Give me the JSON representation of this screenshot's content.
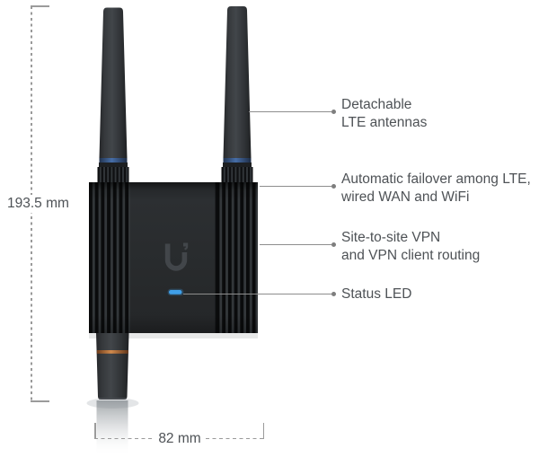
{
  "colors": {
    "led_blue": "#3f9fe8",
    "antenna_ring_blue": "#466ea8",
    "antenna_ring_orange": "#d28a4c",
    "callout_line": "#8d8d8d",
    "dimension_line": "#9b9b9b",
    "text": "#4e5256",
    "bg": "#ffffff"
  },
  "dimensions": {
    "height_label": "193.5 mm",
    "width_label": "82 mm"
  },
  "callouts": [
    {
      "label": "Detachable\nLTE antennas"
    },
    {
      "label": "Automatic failover among LTE,\nwired WAN and WiFi"
    },
    {
      "label": "Site-to-site VPN\nand VPN client routing"
    },
    {
      "label": "Status LED"
    }
  ],
  "device": {
    "logo": "ubiquiti-u-logo",
    "status_led_color_name": "blue",
    "features_shown": [
      "two top LTE antennas with blue rings",
      "bottom antenna connector with orange ring",
      "ribbed heatsink body",
      "status LED"
    ]
  }
}
